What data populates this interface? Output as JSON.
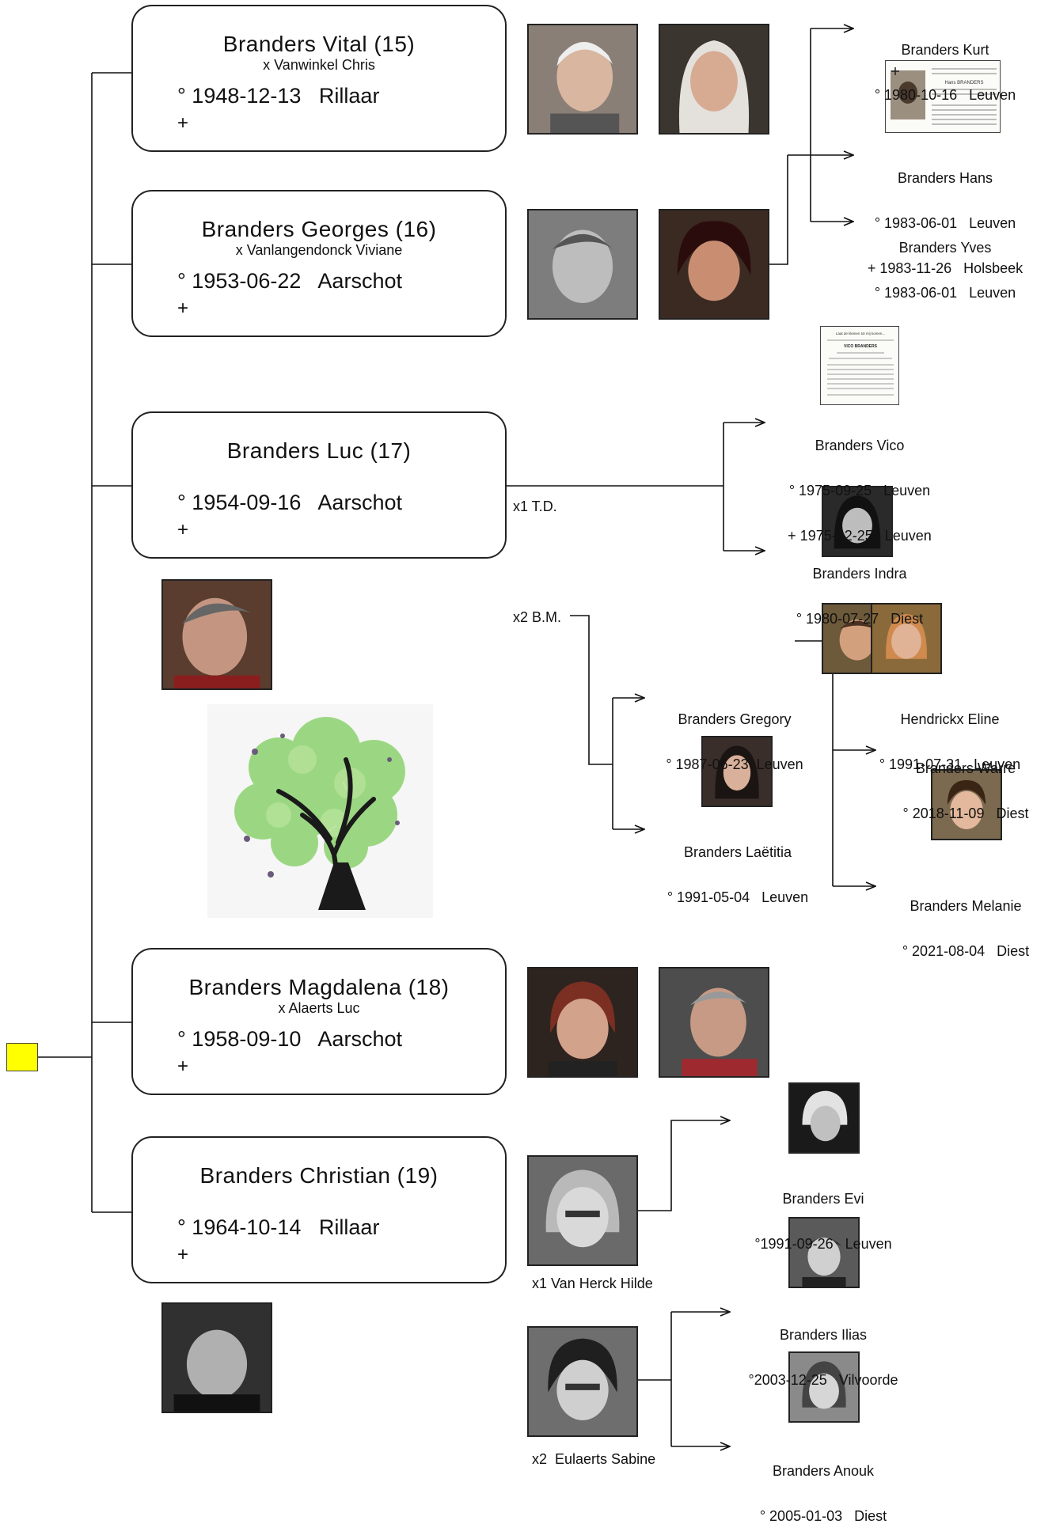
{
  "colors": {
    "root_square": "#ffff00",
    "line": "#111111",
    "tree_leaf": "#8cd26e",
    "tree_trunk": "#1a1a1a"
  },
  "children": [
    {
      "name": "Branders Vital (15)",
      "spouse": "x Vanwinkel Chris",
      "birth": "° 1948-12-13   Rillaar",
      "death": "+"
    },
    {
      "name": "Branders Georges (16)",
      "spouse": "x Vanlangendonck Viviane",
      "birth": "° 1953-06-22   Aarschot",
      "death": "+"
    },
    {
      "name": "Branders Luc (17)",
      "spouse": "",
      "birth": "° 1954-09-16   Aarschot",
      "death": "+"
    },
    {
      "name": "Branders Magdalena (18)",
      "spouse": "x Alaerts Luc",
      "birth": "° 1958-09-10   Aarschot",
      "death": "+"
    },
    {
      "name": "Branders Christian (19)",
      "spouse": "",
      "birth": "° 1964-10-14   Rillaar",
      "death": "+"
    }
  ],
  "grandchildren": {
    "kurt": {
      "name": "Branders Kurt",
      "birth": "° 1980-10-16   Leuven"
    },
    "hans": {
      "name": "Branders Hans",
      "birth": "° 1983-06-01   Leuven",
      "death": "+ 1983-11-26   Holsbeek"
    },
    "yves": {
      "name": "Branders Yves",
      "birth": "° 1983-06-01   Leuven"
    },
    "vico": {
      "name": "Branders Vico",
      "birth": "° 1975-09-25   Leuven",
      "death": "+ 1975-12-25   Leuven"
    },
    "indra": {
      "name": "Branders Indra",
      "birth": "° 1980-07-27   Diest"
    },
    "gregory": {
      "name": "Branders Gregory",
      "birth": "° 1987-06-23  Leuven"
    },
    "eline": {
      "name": "Hendrickx Eline",
      "birth": "° 1991-07-31   Leuven"
    },
    "warre": {
      "name": "Branders Warre",
      "birth": "° 2018-11-09   Diest"
    },
    "melanie": {
      "name": "Branders Melanie",
      "birth": "° 2021-08-04   Diest"
    },
    "laetitia": {
      "name": "Branders Laëtitia",
      "birth": "° 1991-05-04   Leuven"
    },
    "evi": {
      "name": "Branders Evi",
      "birth": "°1991-09-26   Leuven"
    },
    "ilias": {
      "name": "Branders Ilias",
      "birth": "°2003-12-25   Vilvoorde"
    },
    "anouk": {
      "name": "Branders Anouk",
      "birth": "° 2005-01-03   Diest"
    }
  },
  "marriages": {
    "luc_x1": "x1 T.D.",
    "luc_x2": "x2 B.M.",
    "christian_x1": "x1 Van Herck Hilde",
    "christian_x2": "x2  Eulaerts Sabine"
  },
  "memorial_card_vico": {
    "line1": "Laat de kleinen tot mij komen...",
    "line2": "VICO BRANDERS"
  },
  "memorial_card_hans": {
    "line1": "Hans BRANDERS"
  }
}
